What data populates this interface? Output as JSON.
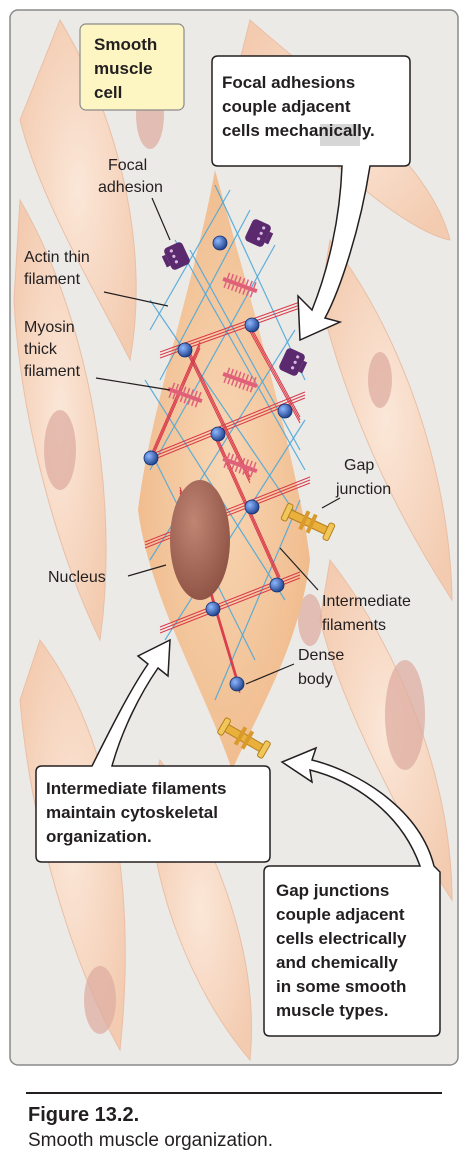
{
  "diagram": {
    "title": [
      "Smooth",
      "muscle",
      "cell"
    ],
    "labels": {
      "focal_adhesion": [
        "Focal",
        "adhesion"
      ],
      "actin": [
        "Actin thin",
        "filament"
      ],
      "myosin": [
        "Myosin",
        "thick",
        "filament"
      ],
      "nucleus": "Nucleus",
      "gap_junction": [
        "Gap",
        "junction"
      ],
      "intermediate": [
        "Intermediate",
        "filaments"
      ],
      "dense_body": [
        "Dense",
        "body"
      ]
    },
    "callouts": {
      "focal": [
        "Focal adhesions",
        "couple adjacent",
        "cells mechanically."
      ],
      "intermediate": [
        "Intermediate filaments",
        "maintain cytoskeletal",
        "organization."
      ],
      "gap": [
        "Gap junctions",
        "couple adjacent",
        "cells electrically",
        "and chemically",
        "in some smooth",
        "muscle types."
      ]
    },
    "colors": {
      "cell": "#f6d8c3",
      "central_cell": "#f4c9a1",
      "actin": "#4fa8d8",
      "intermediate": "#d93a4a",
      "myosin": "#e0607a",
      "dense_body": "#2f5fb3",
      "focal_adhesion": "#5b2a6e",
      "gap_junction": "#e9b13c",
      "nucleus": "#a86a5a"
    }
  },
  "caption": {
    "title": "Figure 13.2.",
    "text": "Smooth muscle organization."
  }
}
